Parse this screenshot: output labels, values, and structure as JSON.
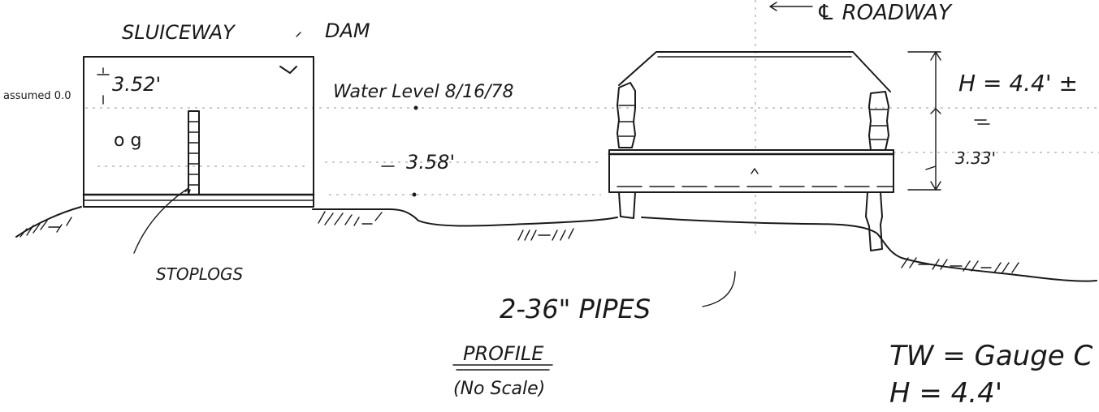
{
  "labels": {
    "sluiceway": "SLUICEWAY",
    "dam": "DAM",
    "roadway": "℄ ROADWAY",
    "datum": "assumed 0.0",
    "sluice_depth": "3.52'",
    "og": "o g",
    "water_level": "Water Level 8/16/78",
    "depth_mid": "3.58'",
    "h_equals": "H = 4.4' ±",
    "pipe_rise": "3.33'",
    "stoplogs": "STOPLOGS",
    "pipes": "2-36\" PIPES",
    "profile": "PROFILE",
    "no_scale": "(No Scale)",
    "tw_line": "TW = Gauge C",
    "h_line": "H = 4.4'"
  }
}
